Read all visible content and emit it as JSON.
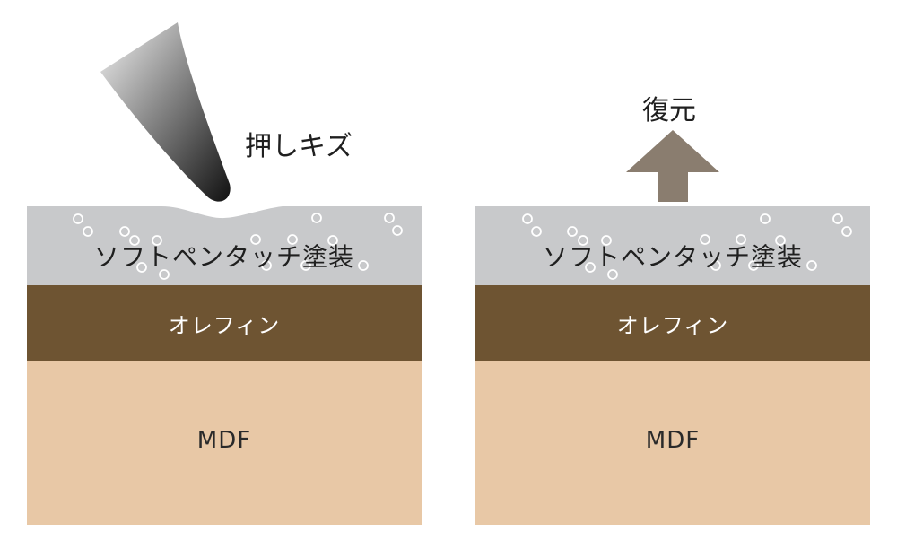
{
  "left_panel": {
    "caption": "押しキズ",
    "layers": {
      "coating": "ソフトペンタッチ塗装",
      "olefin": "オレフィン",
      "mdf": "MDF"
    }
  },
  "right_panel": {
    "caption": "復元",
    "layers": {
      "coating": "ソフトペンタッチ塗装",
      "olefin": "オレフィン",
      "mdf": "MDF"
    }
  },
  "colors": {
    "coating": "#c8c9cb",
    "olefin": "#6e5432",
    "mdf": "#e8c8a6",
    "arrow": "#8a7d6f"
  },
  "icons": {
    "stylus": "stylus-icon",
    "arrow": "up-arrow-icon"
  }
}
